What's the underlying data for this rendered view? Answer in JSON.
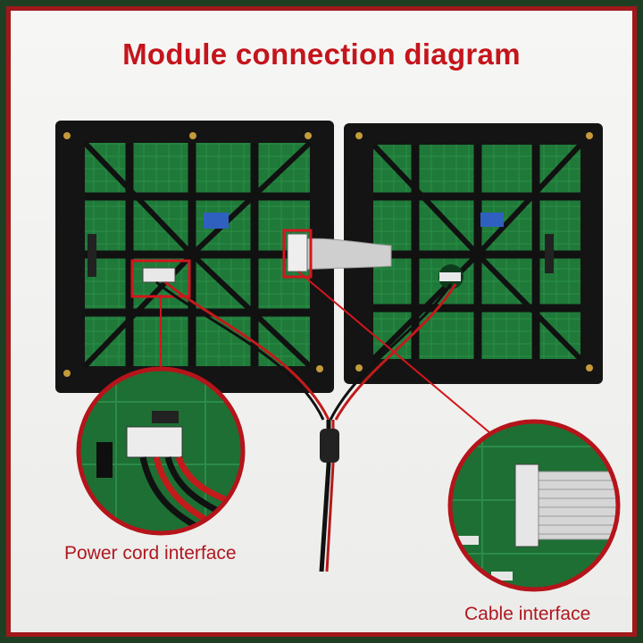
{
  "title": "Module connection diagram",
  "labels": {
    "power": "Power cord interface",
    "cable": "Cable interface"
  },
  "colors": {
    "accent_red": "#c4151c",
    "frame_green": "#1f3f22",
    "pcb_green": "#1f7a3a",
    "module_black": "#141414"
  }
}
